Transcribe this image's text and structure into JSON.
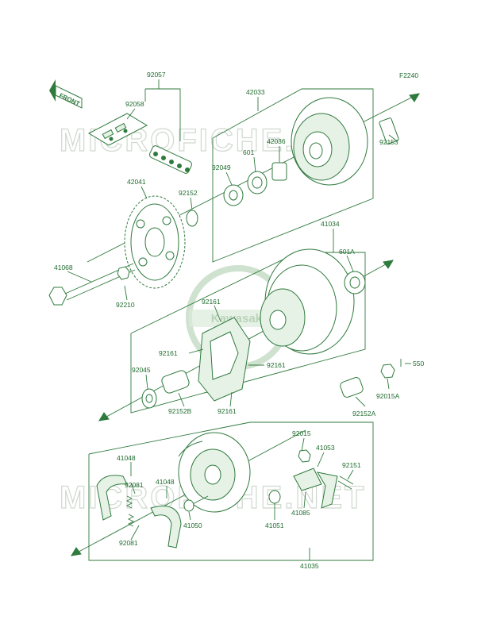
{
  "figure_code": "F2240",
  "front_label": "FRONT",
  "watermark": {
    "text": "MICROFICHE.NET",
    "logo_text": "Kawasaki"
  },
  "parts": {
    "p92057": "92057",
    "p92058": "92058",
    "p42033": "42033",
    "p42036": "42036",
    "p601": "601",
    "p92049": "92049",
    "p92153": "92153",
    "p42041": "42041",
    "p92152": "92152",
    "p41034": "41034",
    "p601A": "601A",
    "p41068": "41068",
    "p92210": "92210",
    "p92161a": "92161",
    "p92161b": "92161",
    "p92161c": "92161",
    "p92161d": "92161",
    "p92045": "92045",
    "p92152B": "92152B",
    "p550": "550",
    "p92015A": "92015A",
    "p92152A": "92152A",
    "p92015": "92015",
    "p41053": "41053",
    "p41048a": "41048",
    "p92151": "92151",
    "p92081a": "92081",
    "p41048b": "41048",
    "p41050": "41050",
    "p41051": "41051",
    "p41085": "41085",
    "p92081b": "92081",
    "p41035": "41035"
  }
}
